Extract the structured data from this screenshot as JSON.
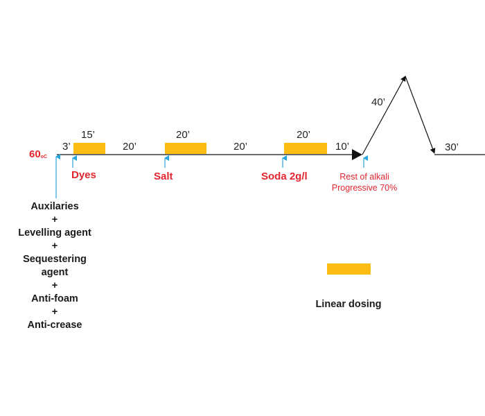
{
  "colors": {
    "dose_bar": "#fbbc14",
    "arrow_blue": "#29a3dc",
    "red": "#e3262e",
    "line": "#111111"
  },
  "start_temperature": {
    "value": "60",
    "unit": "oC"
  },
  "times": {
    "t_3": "3’",
    "t_15": "15’",
    "t_20a": "20’",
    "t_20b": "20’",
    "t_20c": "20’",
    "t_20d": "20’",
    "t_10": "10’",
    "t_40": "40’",
    "t_30": "30’"
  },
  "additions": {
    "dyes": "Dyes",
    "salt": "Salt",
    "soda": "Soda 2g/l",
    "rest_line1": "Rest of alkali",
    "rest_line2": "Progressive 70%"
  },
  "auxiliaries": [
    "Auxilaries",
    "+",
    "Levelling agent",
    "+",
    "Sequestering",
    "agent",
    "+",
    "Anti-foam",
    "+",
    "Anti-crease"
  ],
  "legend": {
    "label": "Linear dosing",
    "icon": "yellow-bar"
  }
}
